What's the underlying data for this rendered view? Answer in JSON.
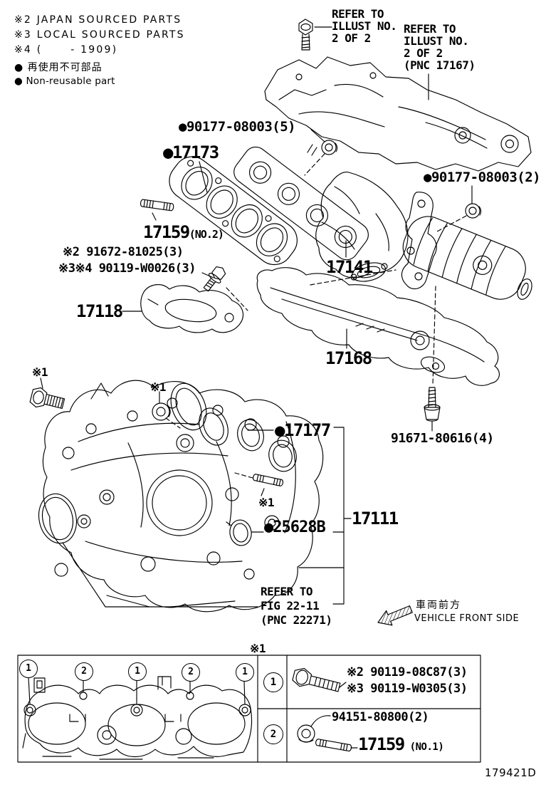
{
  "legend": {
    "lines": [
      "※2 JAPAN SOURCED PARTS",
      "※3 LOCAL SOURCED PARTS",
      "※4 (      - 1909)",
      "● 再使用不可部品",
      "● Non-reusable part"
    ]
  },
  "callouts": {
    "refer_illust_bolt": "REFER TO\nILLUST NO.\n2 OF 2",
    "refer_illust_shield": "REFER TO\nILLUST NO.\n2 OF 2\n(PNC 17167)",
    "nut_upper": "●90177-08003(5)",
    "exhaust_gasket": "●17173",
    "stud_no2": "17159",
    "stud_no2_note": "(NO.2)",
    "nut_side": "●90177-08003(2)",
    "bracket_bolt_japan": "※2 91672-81025(3)",
    "bracket_bolt_local": "※3※4 90119-W0026(3)",
    "bracket": "17118",
    "exhaust_manifold": "17141",
    "heat_insulator_lower": "17168",
    "star1": "※1",
    "intake_gasket": "●17177",
    "tail_pipe_bolt": "91671-80616(4)",
    "throttle_body_gasket": "●25628B",
    "intake_manifold": "17111",
    "refer_fig": "REFER TO\nFIG 22-11\n(PNC 22271)",
    "vehicle_front_jp": "車両前方",
    "vehicle_front_en": "VEHICLE FRONT SIDE"
  },
  "table": {
    "star1": "※1",
    "gasket_callouts": [
      "1",
      "2",
      "1",
      "2",
      "1"
    ],
    "rows": [
      {
        "num": "1",
        "labels": [
          "※2 90119-08C87(3)",
          "※3 90119-W0305(3)"
        ]
      },
      {
        "num": "2",
        "labels": [
          "94151-80800(2)"
        ],
        "part": "17159",
        "part_note": " (NO.1)"
      }
    ]
  },
  "footer": {
    "code": "179421D"
  }
}
